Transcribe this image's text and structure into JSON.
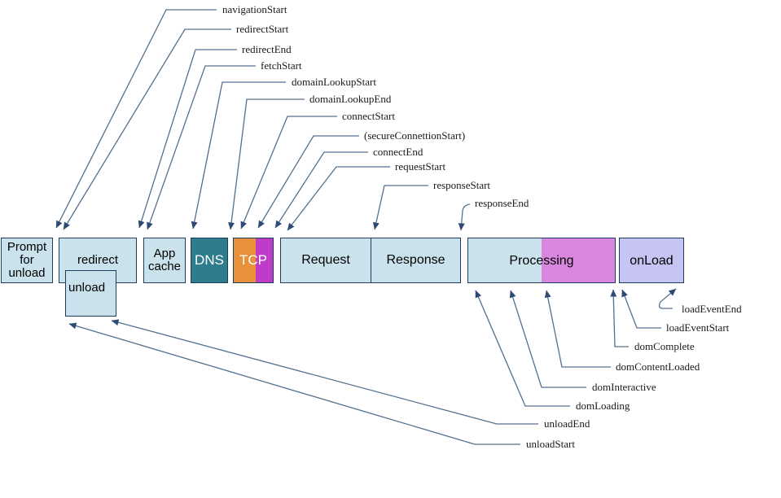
{
  "boxes": {
    "prompt": {
      "label": "Prompt for unload"
    },
    "redirect": {
      "label": "redirect"
    },
    "unload": {
      "label": "unload"
    },
    "app_cache": {
      "label": "App cache"
    },
    "dns": {
      "label": "DNS"
    },
    "tcp": {
      "label": "TCP"
    },
    "request": {
      "label": "Request"
    },
    "response": {
      "label": "Response"
    },
    "processing": {
      "label": "Processing"
    },
    "onload": {
      "label": "onLoad"
    }
  },
  "timing_labels": {
    "navigationStart": "navigationStart",
    "redirectStart": "redirectStart",
    "redirectEnd": "redirectEnd",
    "fetchStart": "fetchStart",
    "domainLookupStart": "domainLookupStart",
    "domainLookupEnd": "domainLookupEnd",
    "connectStart": "connectStart",
    "secureConnectionStart": "(secureConnettionStart)",
    "connectEnd": "connectEnd",
    "requestStart": "requestStart",
    "responseStart": "responseStart",
    "responseEnd": "responseEnd",
    "loadEventEnd": "loadEventEnd",
    "loadEventStart": "loadEventStart",
    "domComplete": "domComplete",
    "domContentLoaded": "domContentLoaded",
    "domInteractive": "domInteractive",
    "domLoading": "domLoading",
    "unloadEnd": "unloadEnd",
    "unloadStart": "unloadStart"
  },
  "colors": {
    "box_fill": "#c9e2ec",
    "box_border": "#1d3d5c",
    "dns_teal": "#2e7d8c",
    "tcp_orange": "#e8913a",
    "tcp_magenta": "#bf3cc9",
    "processing_pink": "#d987de",
    "onload_lavender": "#c6c4f2",
    "connector_line": "#54708e",
    "arrowhead": "#2c4a75",
    "label_text": "#1a1a1a",
    "box_text": "#000000"
  }
}
